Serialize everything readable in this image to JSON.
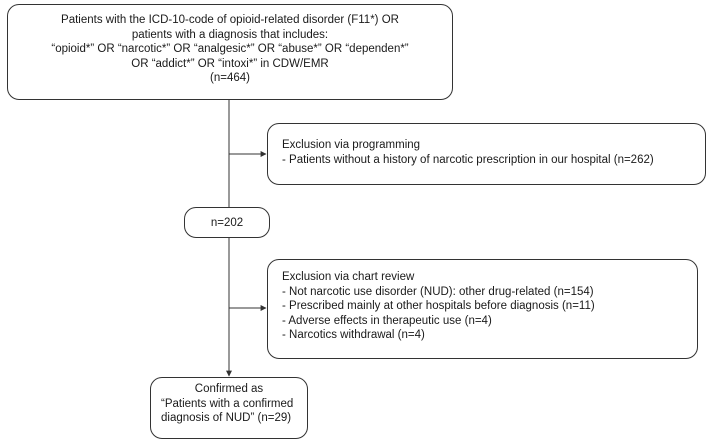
{
  "flowchart": {
    "inclusion": {
      "lines": [
        "Patients with the ICD-10-code of opioid-related disorder (F11*) OR",
        "patients with a diagnosis that includes:",
        "“opioid*” OR “narcotic*” OR “analgesic*” OR “abuse*” OR “dependen*”",
        "OR “addict*” OR “intoxi*” in CDW/EMR",
        "(n=464)"
      ]
    },
    "exclusion_programming": {
      "title": "Exclusion via programming",
      "items": [
        "- Patients without a history of narcotic prescription in our hospital (n=262)"
      ]
    },
    "intermediate": {
      "label": "n=202"
    },
    "exclusion_chart_review": {
      "title": "Exclusion via chart review",
      "items": [
        "- Not narcotic use disorder (NUD): other drug-related (n=154)",
        "- Prescribed mainly at other hospitals before diagnosis (n=11)",
        "- Adverse effects in therapeutic use (n=4)",
        "- Narcotics withdrawal (n=4)"
      ]
    },
    "confirmed": {
      "title": "Confirmed as",
      "lines": [
        "“Patients with a confirmed",
        "diagnosis of NUD” (n=29)"
      ]
    }
  }
}
